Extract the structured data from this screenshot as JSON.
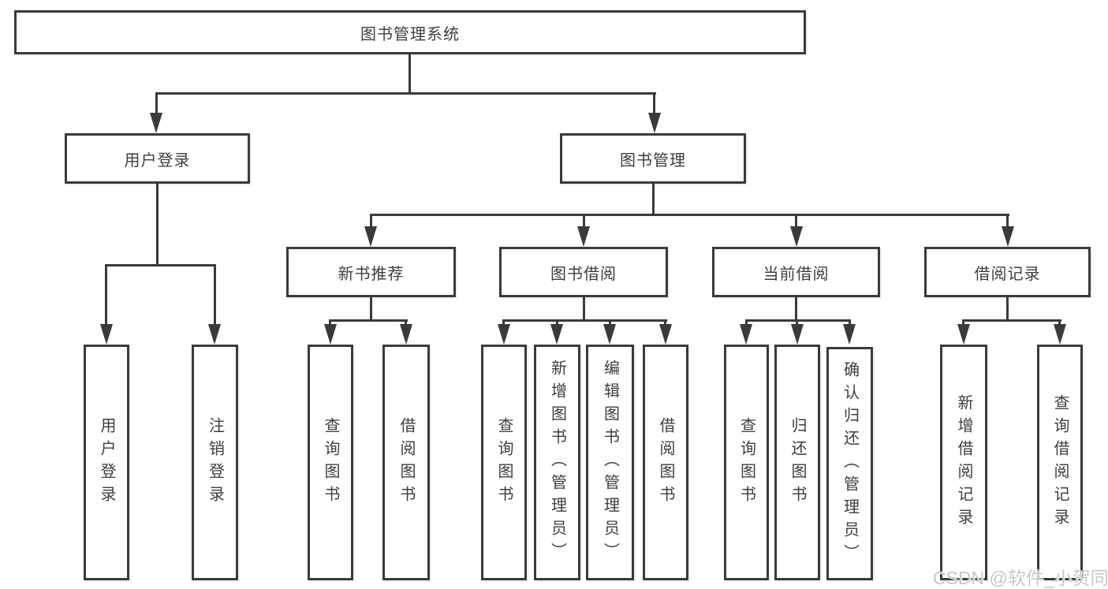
{
  "colors": {
    "line": "#3a3a3a",
    "text": "#3e3e3e",
    "watermark": "#c8c8c8",
    "background": "#ffffff"
  },
  "watermark": {
    "text": "CSDN @软件_小贺同学"
  },
  "tree": {
    "root": {
      "label": "图书管理系统"
    },
    "branches": [
      {
        "label": "用户登录",
        "children": [
          {
            "label": "用户登录"
          },
          {
            "label": "注销登录"
          }
        ]
      },
      {
        "label": "图书管理",
        "groups": [
          {
            "label": "新书推荐",
            "children": [
              {
                "label": "查询图书"
              },
              {
                "label": "借阅图书"
              }
            ]
          },
          {
            "label": "图书借阅",
            "children": [
              {
                "label": "查询图书"
              },
              {
                "label": "新增图书（管理员）"
              },
              {
                "label": "编辑图书（管理员）"
              },
              {
                "label": "借阅图书"
              }
            ]
          },
          {
            "label": "当前借阅",
            "children": [
              {
                "label": "查询图书"
              },
              {
                "label": "归还图书"
              },
              {
                "label": "确认归还（管理员）"
              }
            ]
          },
          {
            "label": "借阅记录",
            "children": [
              {
                "label": "新增借阅记录"
              },
              {
                "label": "查询借阅记录"
              }
            ]
          }
        ]
      }
    ]
  }
}
